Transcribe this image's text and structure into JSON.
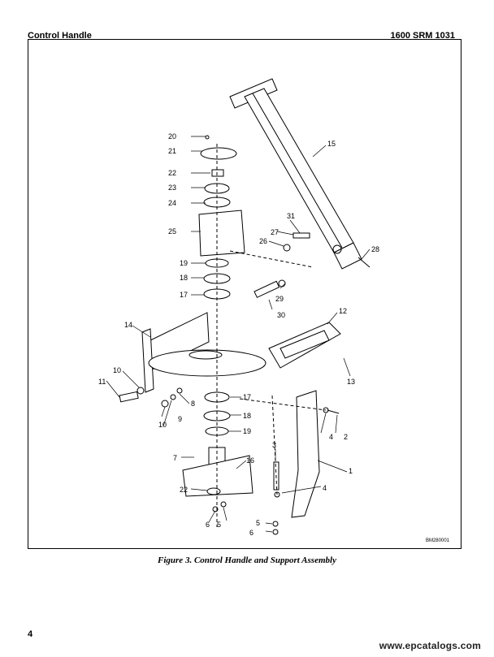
{
  "header": {
    "section_title": "Control Handle",
    "manual_code": "1600 SRM 1031"
  },
  "figure": {
    "caption": "Figure 3. Control Handle and Support Assembly",
    "drawing_code": "BM280001",
    "callouts": [
      "20",
      "21",
      "22",
      "23",
      "24",
      "25",
      "19",
      "18",
      "17",
      "15",
      "31",
      "27",
      "26",
      "28",
      "29",
      "30",
      "14",
      "12",
      "13",
      "10",
      "11",
      "9",
      "8",
      "10",
      "17",
      "18",
      "19",
      "3",
      "4",
      "2",
      "4",
      "1",
      "7",
      "16",
      "22",
      "6",
      "5",
      "5",
      "6"
    ]
  },
  "footer": {
    "page_number": "4",
    "watermark": "www.epcatalogs.com"
  }
}
